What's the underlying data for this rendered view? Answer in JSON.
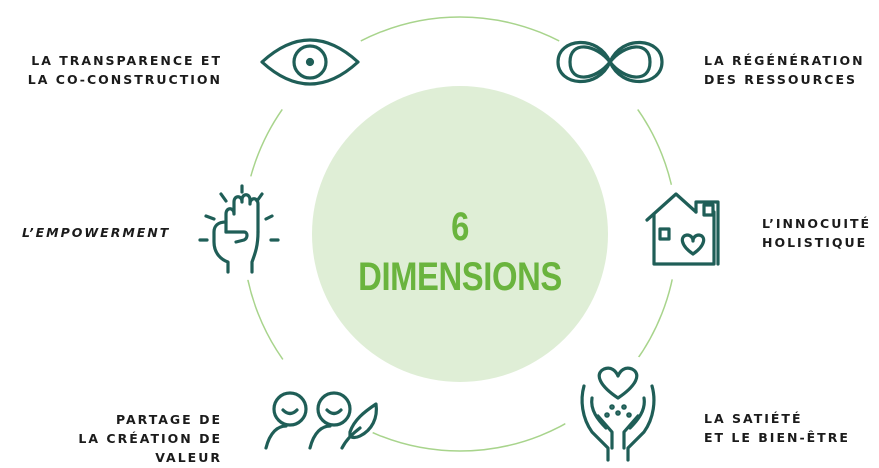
{
  "title": "6 DIMENSIONS",
  "colors": {
    "accent": "#6ab43e",
    "circle_fill": "#dfeed6",
    "ring": "#a8d48c",
    "icon": "#1f5e57",
    "text": "#1b1b1b"
  },
  "dimensions": [
    {
      "icon": "eye-icon",
      "line1": "LA TRANSPARENCE ET",
      "line2": "LA CO-CONSTRUCTION"
    },
    {
      "icon": "infinity-icon",
      "line1": "LA RÉGÉNÉRATION",
      "line2": "DES RESSOURCES"
    },
    {
      "icon": "house-heart-icon",
      "line1": "L’INNOCUITÉ",
      "line2": "HOLISTIQUE"
    },
    {
      "icon": "hands-heart-icon",
      "line1": "LA SATIÉTÉ",
      "line2": "ET LE BIEN-ÊTRE"
    },
    {
      "icon": "people-leaf-icon",
      "line1": "PARTAGE DE",
      "line2": "LA CRÉATION DE",
      "line3": "VALEUR"
    },
    {
      "icon": "raised-fist-icon",
      "prefix": "L’",
      "emph": "EMPOWERMENT"
    }
  ]
}
